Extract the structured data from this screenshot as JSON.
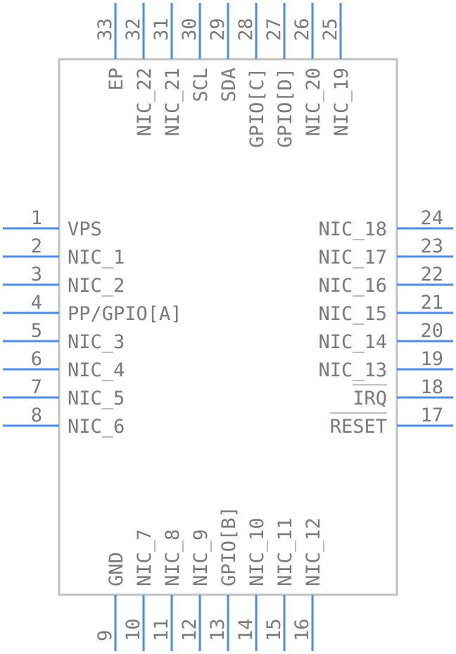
{
  "colors": {
    "body_stroke": "#c0c0c0",
    "pin": "#4a8cf0",
    "text": "#7a7a7a",
    "background": "#ffffff"
  },
  "pins": {
    "left": [
      {
        "num": "1",
        "label": "VPS"
      },
      {
        "num": "2",
        "label": "NIC_1"
      },
      {
        "num": "3",
        "label": "NIC_2"
      },
      {
        "num": "4",
        "label": "PP/GPIO[A]"
      },
      {
        "num": "5",
        "label": "NIC_3"
      },
      {
        "num": "6",
        "label": "NIC_4"
      },
      {
        "num": "7",
        "label": "NIC_5"
      },
      {
        "num": "8",
        "label": "NIC_6"
      }
    ],
    "bottom": [
      {
        "num": "9",
        "label": "GND"
      },
      {
        "num": "10",
        "label": "NIC_7"
      },
      {
        "num": "11",
        "label": "NIC_8"
      },
      {
        "num": "12",
        "label": "NIC_9"
      },
      {
        "num": "13",
        "label": "GPIO[B]"
      },
      {
        "num": "14",
        "label": "NIC_10"
      },
      {
        "num": "15",
        "label": "NIC_11"
      },
      {
        "num": "16",
        "label": "NIC_12"
      }
    ],
    "right": [
      {
        "num": "17",
        "label": "RESET",
        "overbar": true
      },
      {
        "num": "18",
        "label": "IRQ",
        "overbar": true
      },
      {
        "num": "19",
        "label": "NIC_13"
      },
      {
        "num": "20",
        "label": "NIC_14"
      },
      {
        "num": "21",
        "label": "NIC_15"
      },
      {
        "num": "22",
        "label": "NIC_16"
      },
      {
        "num": "23",
        "label": "NIC_17"
      },
      {
        "num": "24",
        "label": "NIC_18"
      }
    ],
    "top": [
      {
        "num": "25",
        "label": "NIC_19"
      },
      {
        "num": "26",
        "label": "NIC_20"
      },
      {
        "num": "27",
        "label": "GPIO[D]"
      },
      {
        "num": "28",
        "label": "GPIO[C]"
      },
      {
        "num": "29",
        "label": "SDA"
      },
      {
        "num": "30",
        "label": "SCL"
      },
      {
        "num": "31",
        "label": "NIC_21"
      },
      {
        "num": "32",
        "label": "NIC_22"
      },
      {
        "num": "33",
        "label": "EP"
      }
    ]
  }
}
